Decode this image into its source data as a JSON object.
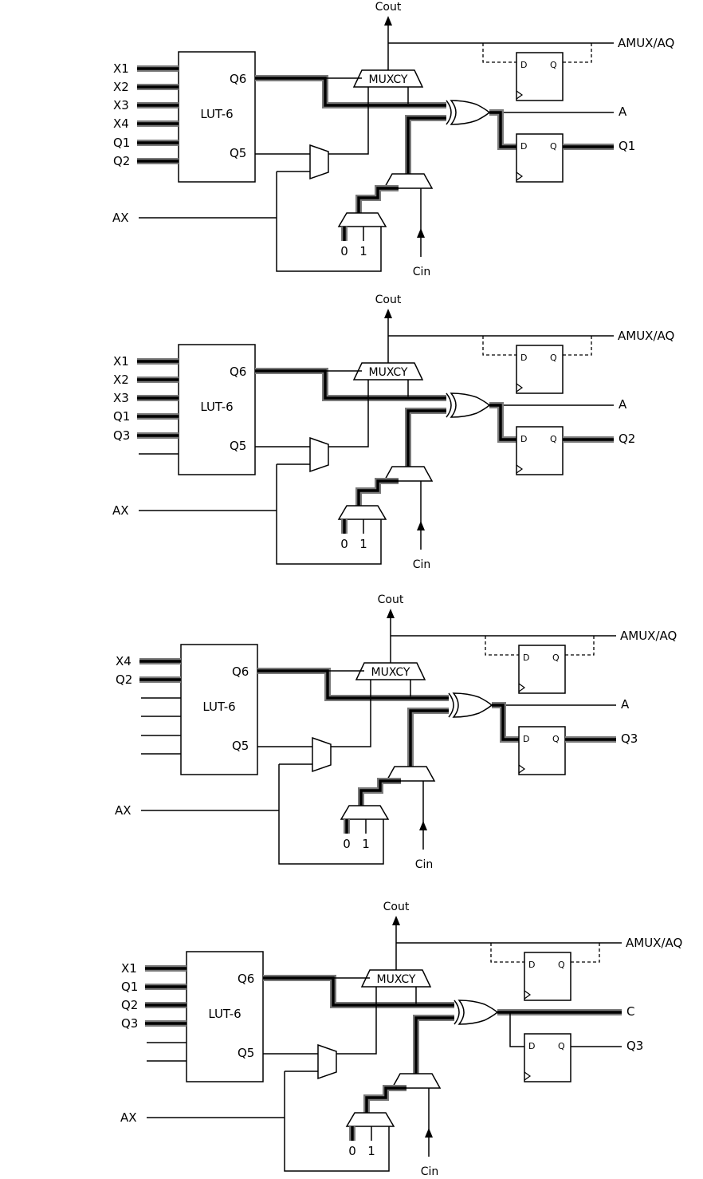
{
  "panels": [
    {
      "inputs": [
        "X1",
        "X2",
        "X3",
        "X4",
        "Q1",
        "Q2"
      ],
      "lut": "LUT-6",
      "q6": "Q6",
      "q5": "Q5",
      "muxcy": "MUXCY",
      "cout": "Cout",
      "cin": "Cin",
      "amux": "AMUX/AQ",
      "ax": "AX",
      "zero": "0",
      "one": "1",
      "d": "D",
      "q": "Q",
      "xor_out": "A",
      "ff_out": "Q1",
      "xor_thick": false
    },
    {
      "inputs": [
        "X1",
        "X2",
        "X3",
        "Q1",
        "Q3",
        ""
      ],
      "lut": "LUT-6",
      "q6": "Q6",
      "q5": "Q5",
      "muxcy": "MUXCY",
      "cout": "Cout",
      "cin": "Cin",
      "amux": "AMUX/AQ",
      "ax": "AX",
      "zero": "0",
      "one": "1",
      "d": "D",
      "q": "Q",
      "xor_out": "A",
      "ff_out": "Q2",
      "xor_thick": false
    },
    {
      "inputs": [
        "X4",
        "Q2",
        "",
        "",
        "",
        ""
      ],
      "lut": "LUT-6",
      "q6": "Q6",
      "q5": "Q5",
      "muxcy": "MUXCY",
      "cout": "Cout",
      "cin": "Cin",
      "amux": "AMUX/AQ",
      "ax": "AX",
      "zero": "0",
      "one": "1",
      "d": "D",
      "q": "Q",
      "xor_out": "A",
      "ff_out": "Q3",
      "xor_thick": false
    },
    {
      "inputs": [
        "X1",
        "Q1",
        "Q2",
        "Q3",
        "",
        ""
      ],
      "lut": "LUT-6",
      "q6": "Q6",
      "q5": "Q5",
      "muxcy": "MUXCY",
      "cout": "Cout",
      "cin": "Cin",
      "amux": "AMUX/AQ",
      "ax": "AX",
      "zero": "0",
      "one": "1",
      "d": "D",
      "q": "Q",
      "xor_out": "C",
      "ff_out": "Q3",
      "xor_thick": true
    }
  ]
}
